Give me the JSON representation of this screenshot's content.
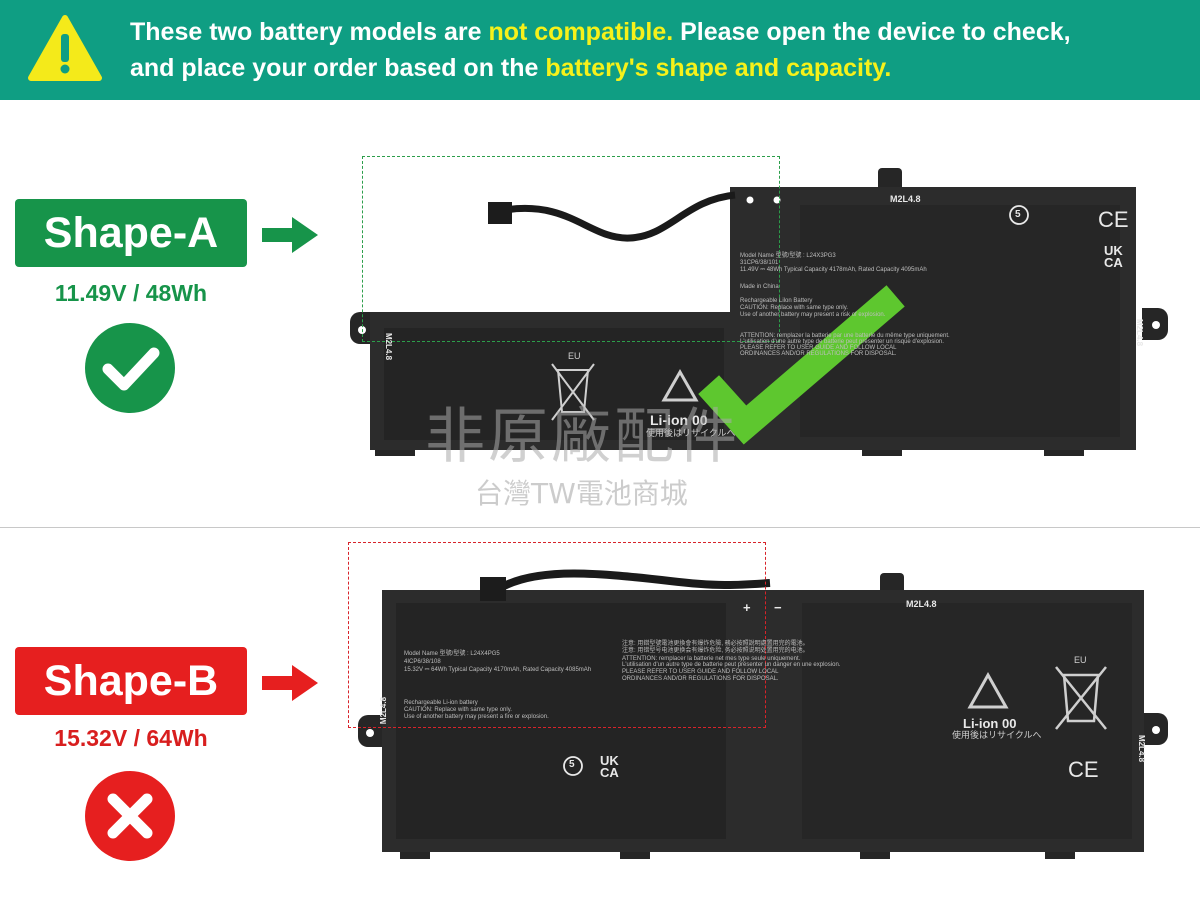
{
  "banner": {
    "line1_part1": "These two battery models are ",
    "line1_highlight": "not compatible.",
    "line1_part2": " Please open the device to check,",
    "line2_part1": "and place your order based on the ",
    "line2_highlight": "battery's shape and capacity."
  },
  "shape_a": {
    "label": "Shape-A",
    "spec": "11.49V / 48Wh",
    "status_icon": "check-circle-icon",
    "battery": {
      "model": "Model Name 型號/型號 : L24X3PG3",
      "cells": "31CP6/38/101",
      "capacity": "11.49V ⎓ 48Wh Typical Capacity 4178mAh, Rated Capacity 4095mAh",
      "made_in": "Made in China",
      "type": "Rechargeable Lilon Battery",
      "caution1": "CAUTION: Replace with same type only.",
      "caution2": "Use of another battery may present a risk of explosion.",
      "attention": "ATTENTION: remplazer la batterie par une batterie du même type uniquement.",
      "attention2": "L'utilisation d'une autre type de batterie peut présenter un risque d'explosion.",
      "refer": "PLEASE REFER TO USER GUIDE AND FOLLOW LOCAL",
      "ordinances": "ORDINANCES AND/OR REGULATIONS FOR DISPOSAL.",
      "mark_screw_top": "M2L4.8",
      "mark_screw_left": "M2L4.8",
      "mark_screw_right": "M2L4.8",
      "eu": "EU",
      "li_ion": "Li-ion 00",
      "recycle_jp": "使用後はリサイクルへ",
      "ce": "CE",
      "ukca_1": "UK",
      "ukca_2": "CA",
      "five": "5"
    }
  },
  "shape_b": {
    "label": "Shape-B",
    "spec": "15.32V / 64Wh",
    "status_icon": "x-circle-icon",
    "battery": {
      "model": "Model Name 型號/型號 : L24X4PG5",
      "cells": "4ICP6/38/108",
      "capacity": "15.32V ⎓ 64Wh Typical Capacity 4170mAh, Rated Capacity 4085mAh",
      "type": "Rechargeable Li-ion battery",
      "caution1": "CAUTION: Replace with same type only.",
      "caution2": "Use of another battery may present a fire or explosion.",
      "warn_cn1": "注意: 用錯型號電池更換會有爆炸危險, 務必按照說明處置用完的電池。",
      "warn_cn2": "注意: 用错型号电池更换会有爆炸危险, 务必按照说明处置用完的电池。",
      "attention": "ATTENTION: remplacer la batterie net mes type seule uniquement.",
      "attention2": "L'utilisation d'un autre type de batterie peut présenter un danger en une explosion.",
      "refer": "PLEASE REFER TO USER GUIDE AND FOLLOW LOCAL",
      "ordinances": "ORDINANCES AND/OR REGULATIONS FOR DISPOSAL.",
      "mark_screw_top": "M2L4.8",
      "mark_screw_left": "M2L4.8",
      "mark_screw_right": "M2L4.8",
      "eu": "EU",
      "li_ion": "Li-ion 00",
      "recycle_jp": "使用後はリサイクルへ",
      "ce": "CE",
      "ukca_1": "UK",
      "ukca_2": "CA",
      "five": "5",
      "plus": "+",
      "minus": "−"
    }
  },
  "watermark": {
    "line1": "非原廠配件",
    "line2": "台灣TW電池商城"
  },
  "colors": {
    "banner": "#0f9e83",
    "highlight": "#f6f11a",
    "green": "#17944a",
    "red": "#e61f1f",
    "battery": "#2e2e2e"
  }
}
